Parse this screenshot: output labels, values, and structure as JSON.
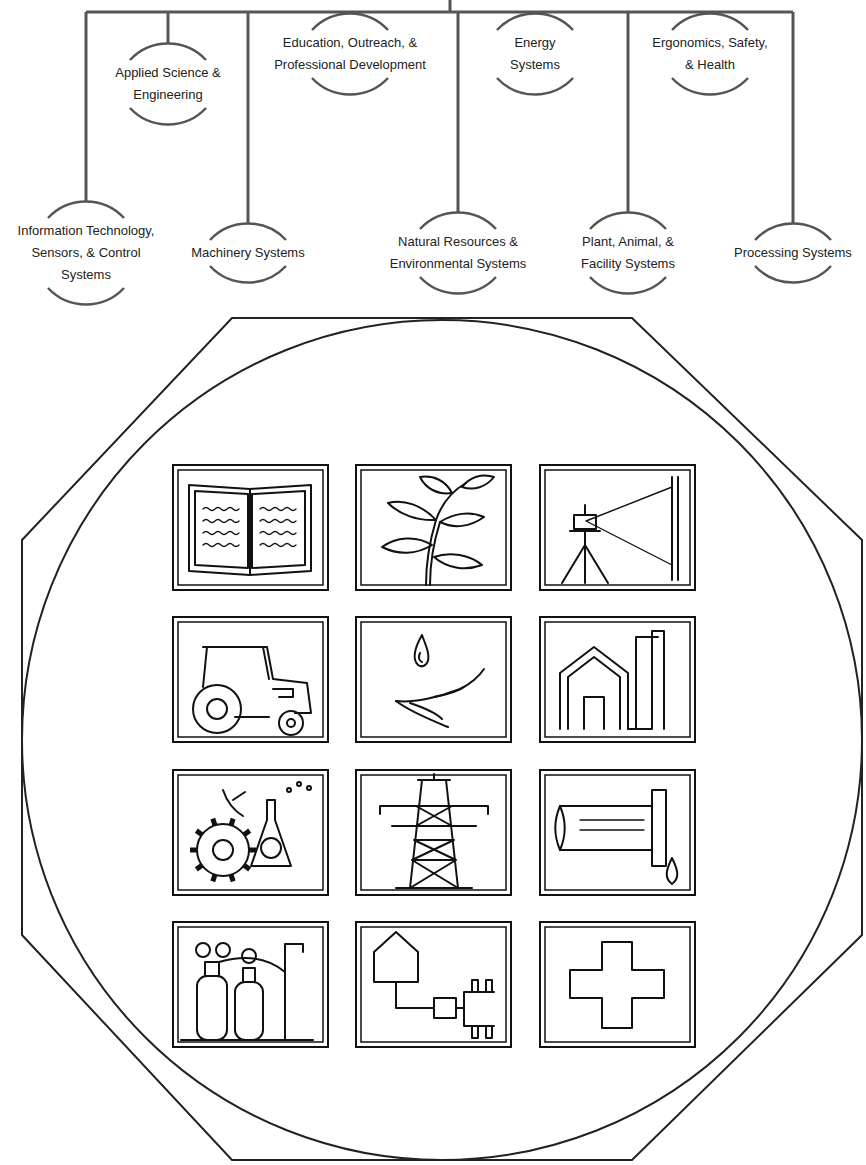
{
  "diagram": {
    "nodes": [
      {
        "text": [
          "Information Technology, Sensors, & Control Systems"
        ]
      },
      {
        "text": [
          "Applied Science & Engineering"
        ]
      },
      {
        "text": [
          "Machinery Systems"
        ]
      },
      {
        "text": [
          "Education, Outreach, & Professional Development"
        ]
      },
      {
        "text": [
          "Natural Resources & Environmental Systems"
        ]
      },
      {
        "text": [
          "Energy Systems"
        ]
      },
      {
        "text": [
          "Plant, Animal, & Facility Systems"
        ]
      },
      {
        "text": [
          "Ergonomics, Safety, & Health"
        ]
      },
      {
        "text": [
          "Processing Systems"
        ]
      }
    ]
  }
}
